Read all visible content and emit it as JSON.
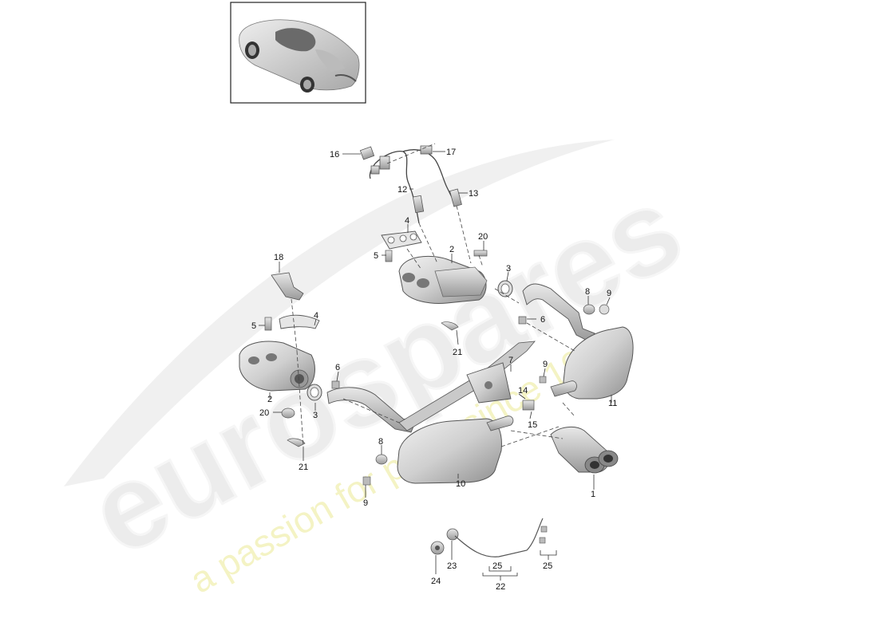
{
  "watermark": {
    "brand": "eurospares",
    "tagline": "a passion for parts since 1985"
  },
  "thumbnail": {
    "icon": "car-thumbnail-icon"
  },
  "colors": {
    "background": "#ffffff",
    "part_fill": "#d9d9d9",
    "part_shadow": "#8c8c8c",
    "line": "#333333",
    "watermark_gray": "#ececec",
    "watermark_yellow": "#f4f3c4"
  },
  "callouts": [
    {
      "id": "c16",
      "text": "16"
    },
    {
      "id": "c17",
      "text": "17"
    },
    {
      "id": "c12",
      "text": "12"
    },
    {
      "id": "c13",
      "text": "13"
    },
    {
      "id": "c4a",
      "text": "4"
    },
    {
      "id": "c20a",
      "text": "20"
    },
    {
      "id": "c5a",
      "text": "5"
    },
    {
      "id": "c2a",
      "text": "2"
    },
    {
      "id": "c3a",
      "text": "3"
    },
    {
      "id": "c18",
      "text": "18"
    },
    {
      "id": "c8a",
      "text": "8"
    },
    {
      "id": "c9a",
      "text": "9"
    },
    {
      "id": "c6a",
      "text": "6"
    },
    {
      "id": "c5b",
      "text": "5"
    },
    {
      "id": "c4b",
      "text": "4"
    },
    {
      "id": "c21a",
      "text": "21"
    },
    {
      "id": "c7",
      "text": "7"
    },
    {
      "id": "c9b",
      "text": "9"
    },
    {
      "id": "c6b",
      "text": "6"
    },
    {
      "id": "c2b",
      "text": "2"
    },
    {
      "id": "c11",
      "text": "11"
    },
    {
      "id": "c14",
      "text": "14"
    },
    {
      "id": "c20b",
      "text": "20"
    },
    {
      "id": "c3b",
      "text": "3"
    },
    {
      "id": "c15",
      "text": "15"
    },
    {
      "id": "c8b",
      "text": "8"
    },
    {
      "id": "c21b",
      "text": "21"
    },
    {
      "id": "c10",
      "text": "10"
    },
    {
      "id": "c9c",
      "text": "9"
    },
    {
      "id": "c1",
      "text": "1"
    },
    {
      "id": "c24",
      "text": "24"
    },
    {
      "id": "c23",
      "text": "23"
    },
    {
      "id": "c25a",
      "text": "25"
    },
    {
      "id": "c25b",
      "text": "25"
    },
    {
      "id": "c22",
      "text": "22"
    }
  ]
}
